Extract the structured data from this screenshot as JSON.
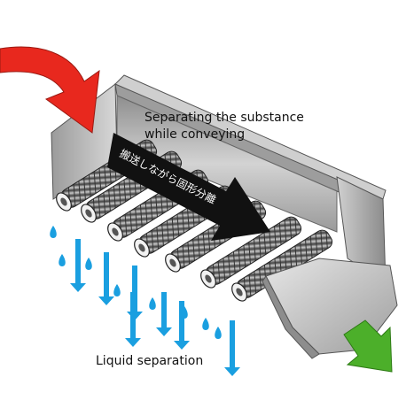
{
  "labels": {
    "separating_line1": "Separating the substance",
    "separating_line2": "while conveying",
    "japanese_caption": "搬送しながら固形分離",
    "liquid_separation": "Liquid separation"
  },
  "colors": {
    "input_arrow": "#e8281e",
    "output_arrow": "#4caf2a",
    "liquid_arrows": "#1a9fe0",
    "direction_arrow": "#111111",
    "housing": "#b9b9b9"
  }
}
